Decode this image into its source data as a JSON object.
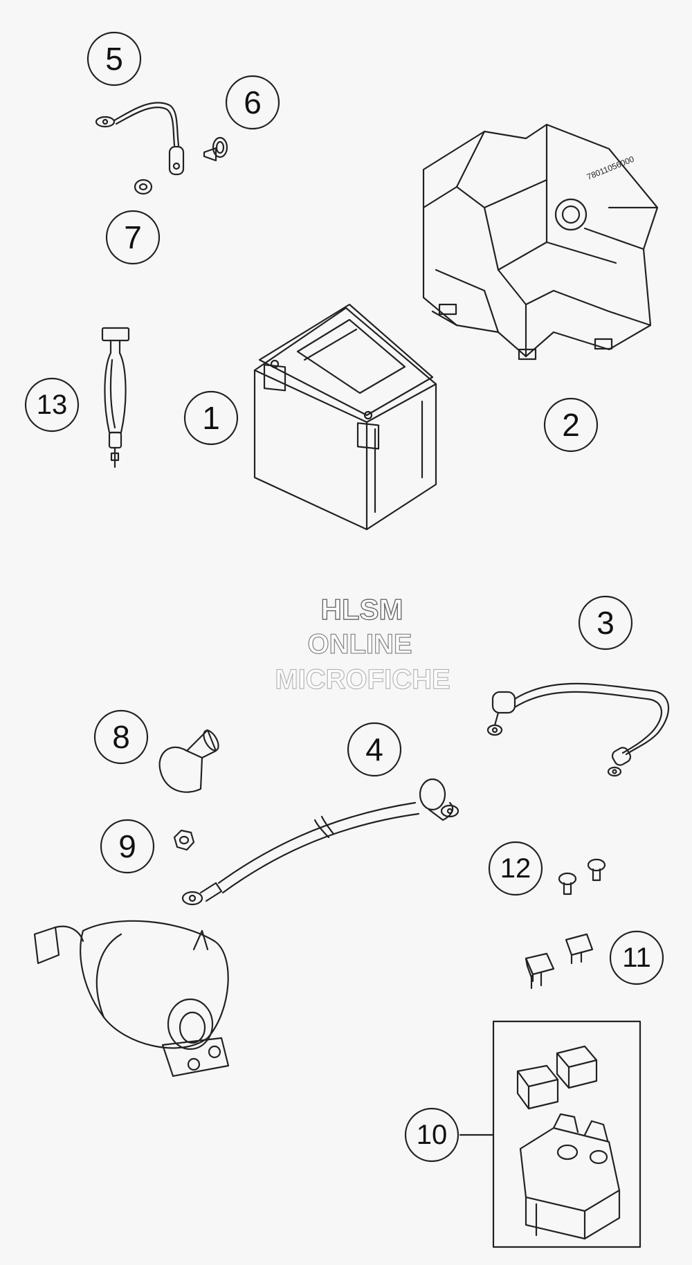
{
  "callouts": {
    "c1": "1",
    "c2": "2",
    "c3": "3",
    "c4": "4",
    "c5": "5",
    "c6": "6",
    "c7": "7",
    "c8": "8",
    "c9": "9",
    "c10": "10",
    "c11": "11",
    "c12": "12",
    "c13": "13"
  },
  "watermark": {
    "line1": "HLSM",
    "line2": "ONLINE",
    "line3": "MICROFICHE"
  },
  "battery_box_label": "78011056000",
  "colors": {
    "line": "#222222",
    "background": "#f7f7f7",
    "watermark_outline": "#888888"
  }
}
